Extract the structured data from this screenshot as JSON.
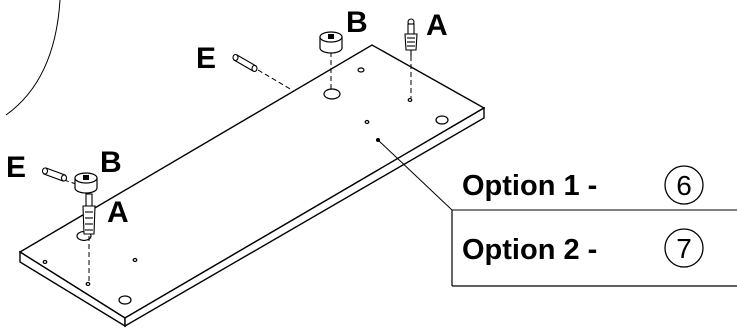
{
  "labels": {
    "e_top": "E",
    "b_top": "B",
    "a_top": "A",
    "e_left": "E",
    "b_left": "B",
    "a_left": "A"
  },
  "options": [
    {
      "label": "Option 1 -",
      "number": "6"
    },
    {
      "label": "Option 2 -",
      "number": "7"
    }
  ]
}
